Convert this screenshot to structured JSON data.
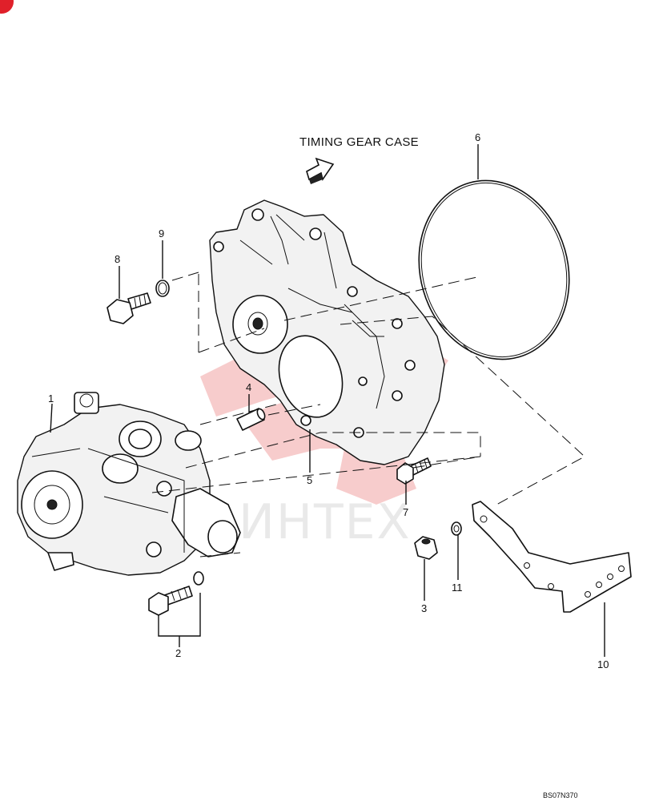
{
  "heading": "TIMING GEAR CASE",
  "figure_code": "BS07N370",
  "watermark": {
    "text": "ИНТЕХ",
    "color": "#f4c9c9"
  },
  "callouts": {
    "c1": "1",
    "c2": "2",
    "c3": "3",
    "c4": "4",
    "c5": "5",
    "c6": "6",
    "c7": "7",
    "c8": "8",
    "c9": "9",
    "c10": "10",
    "c11": "11"
  },
  "colors": {
    "ink": "#111111",
    "corner_mark": "#e0202a"
  }
}
